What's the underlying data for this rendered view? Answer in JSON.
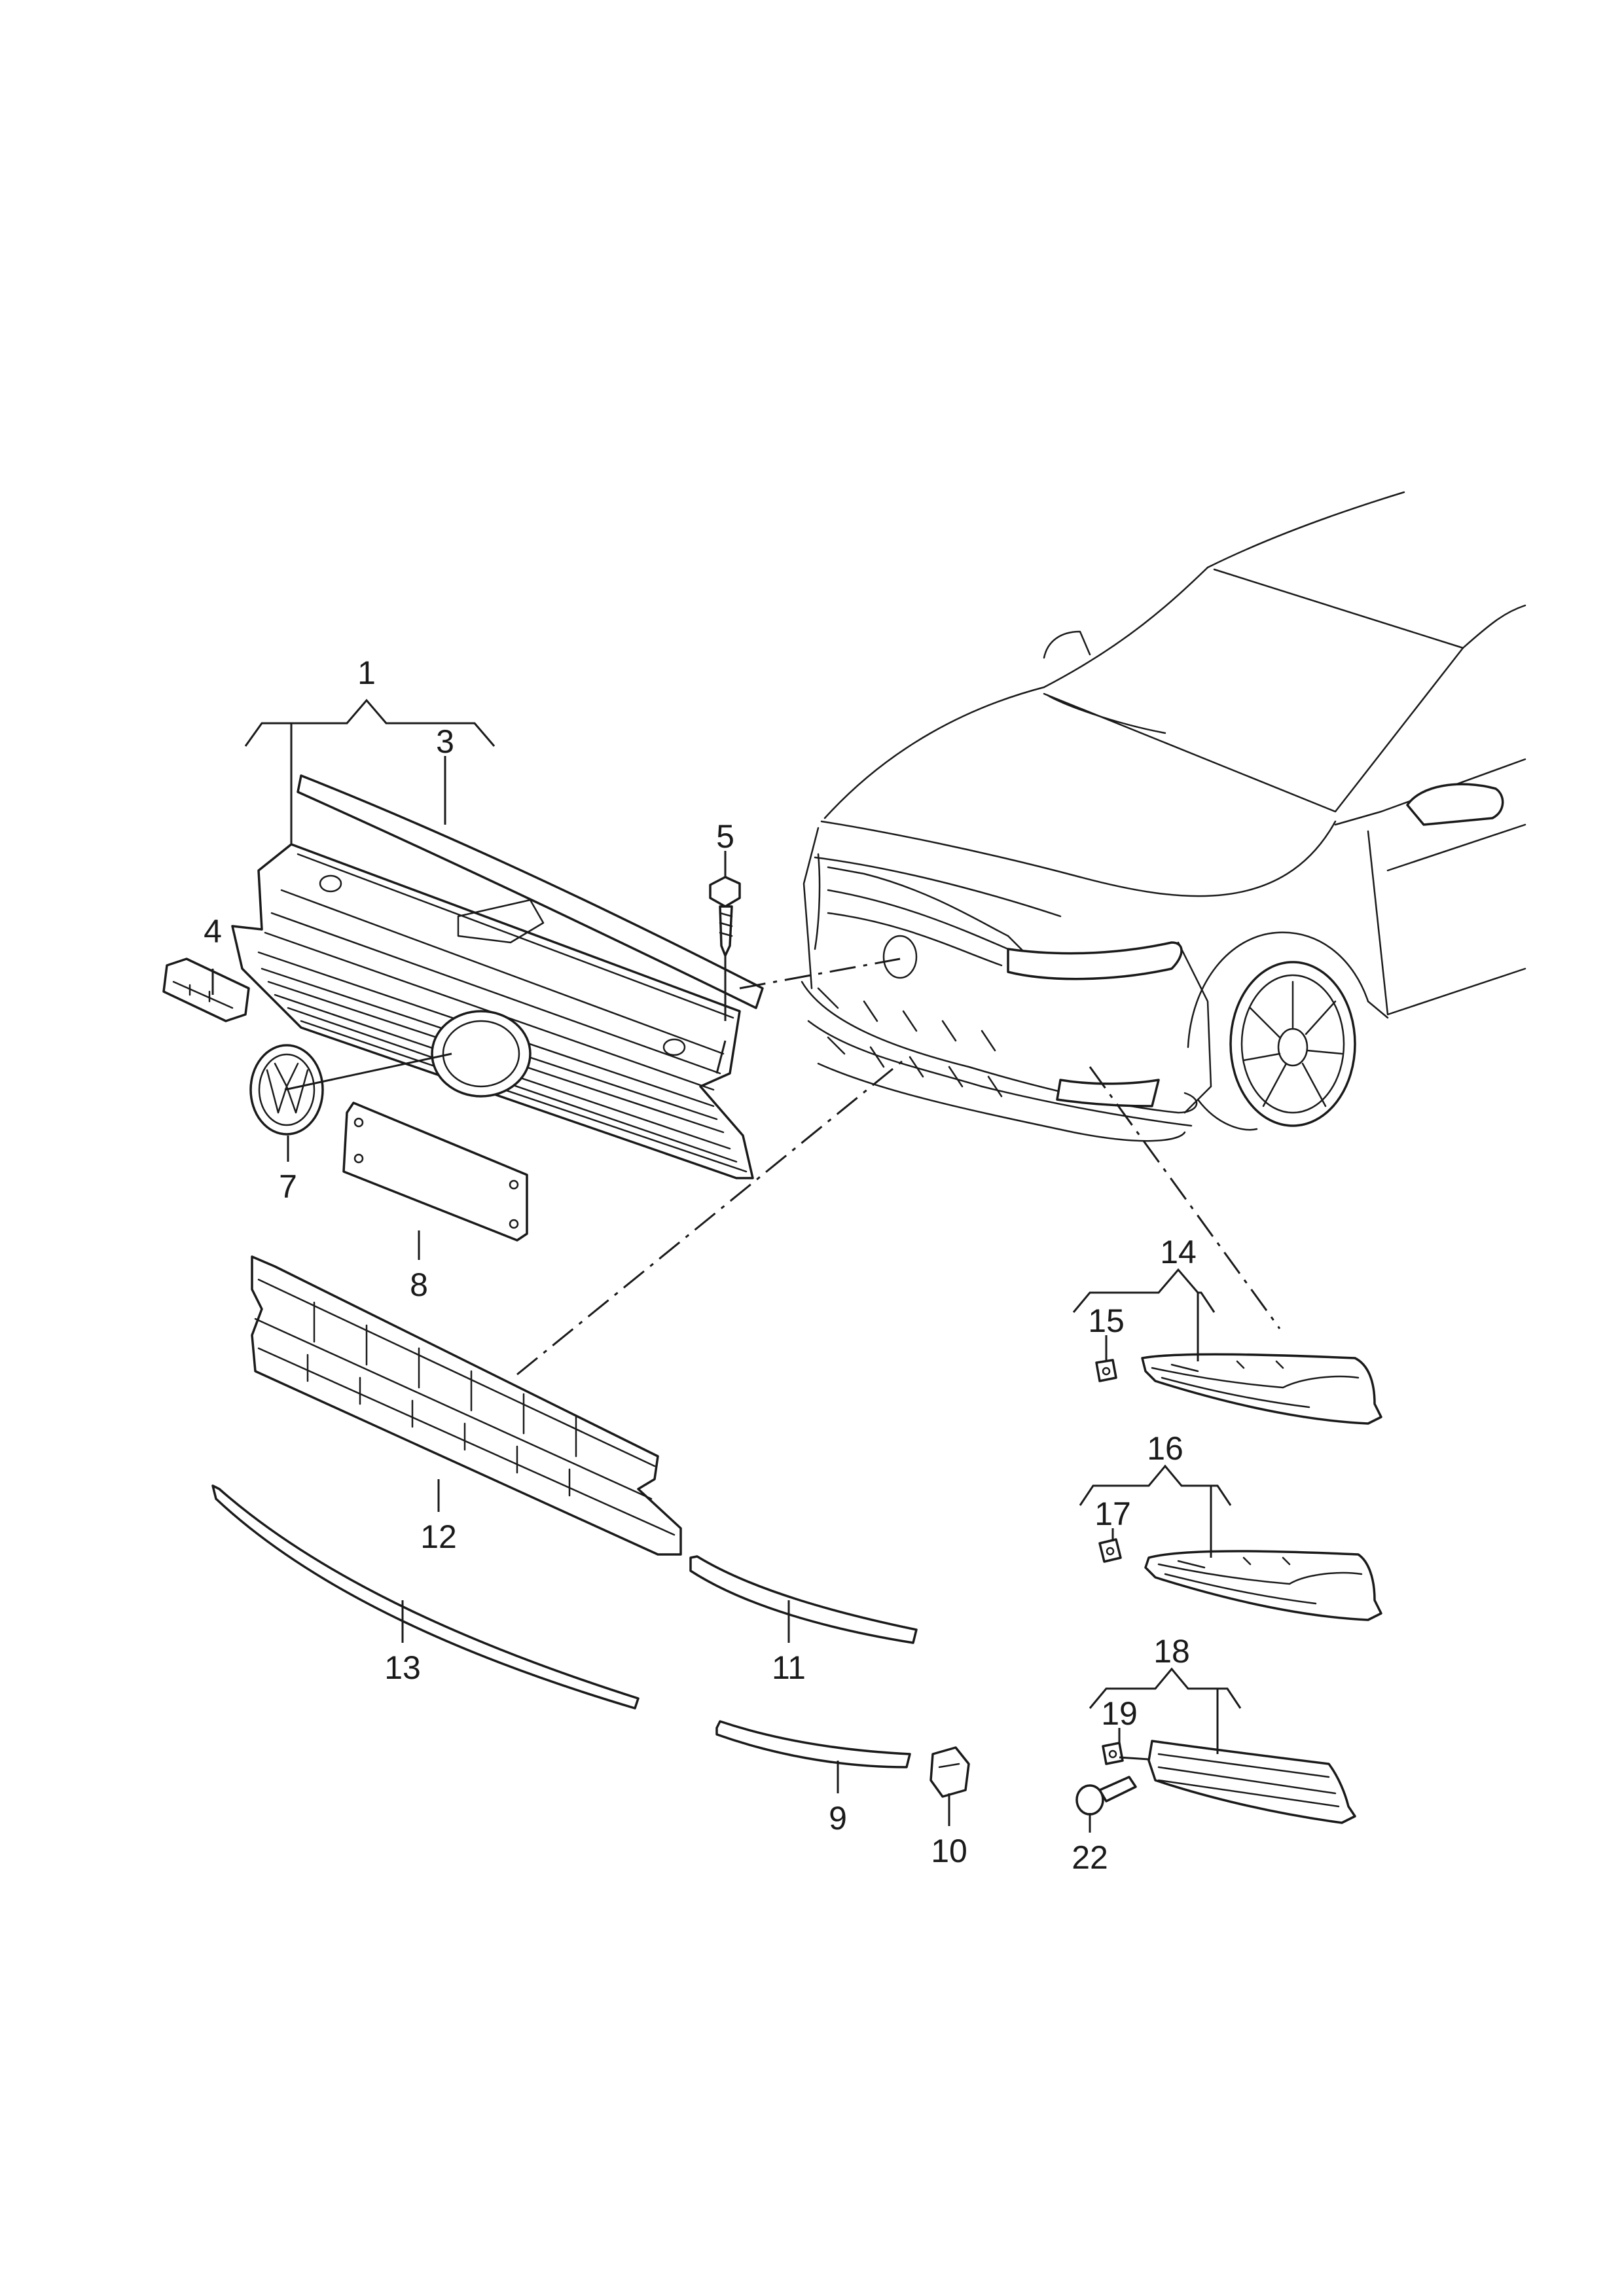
{
  "callouts": {
    "c1": "1",
    "c3": "3",
    "c4": "4",
    "c5": "5",
    "c7": "7",
    "c8": "8",
    "c9": "9",
    "c10": "10",
    "c11": "11",
    "c12": "12",
    "c13": "13",
    "c14": "14",
    "c15": "15",
    "c16": "16",
    "c17": "17",
    "c18": "18",
    "c19": "19",
    "c22": "22"
  }
}
